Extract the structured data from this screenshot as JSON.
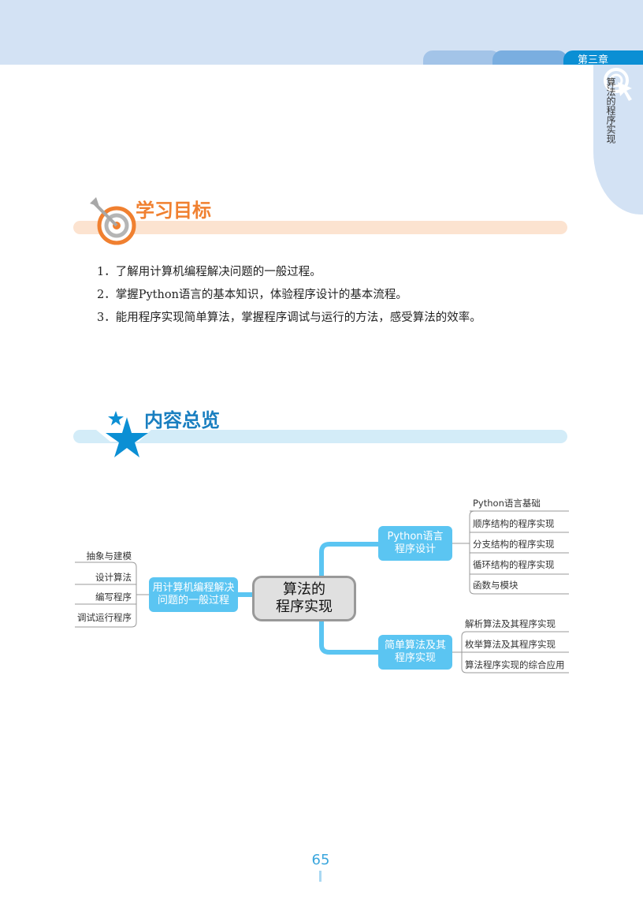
{
  "header": {
    "chapter_tab": "第三章",
    "side_title": "算法的程序实现"
  },
  "colors": {
    "accent_blue": "#0b8fd4",
    "node_blue": "#5bc5f2",
    "orange": "#f08030"
  },
  "objectives": {
    "title": "学习目标",
    "items": [
      "1．了解用计算机编程解决问题的一般过程。",
      "2．掌握Python语言的基本知识，体验程序设计的基本流程。",
      "3．能用程序实现简单算法，掌握程序调试与运行的方法，感受算法的效率。"
    ]
  },
  "overview": {
    "title": "内容总览",
    "mindmap": {
      "center": "算法的\n程序实现",
      "left": {
        "label": "用计算机编程解决\n问题的一般过程",
        "leaves": [
          "抽象与建模",
          "设计算法",
          "编写程序",
          "调试运行程序"
        ]
      },
      "right_top": {
        "label": "Python语言\n程序设计",
        "leaves": [
          "Python语言基础",
          "顺序结构的程序实现",
          "分支结构的程序实现",
          "循环结构的程序实现",
          "函数与模块"
        ]
      },
      "right_bottom": {
        "label": "简单算法及其\n程序实现",
        "leaves": [
          "解析算法及其程序实现",
          "枚举算法及其程序实现",
          "算法程序实现的综合应用"
        ]
      }
    }
  },
  "page_number": "65"
}
